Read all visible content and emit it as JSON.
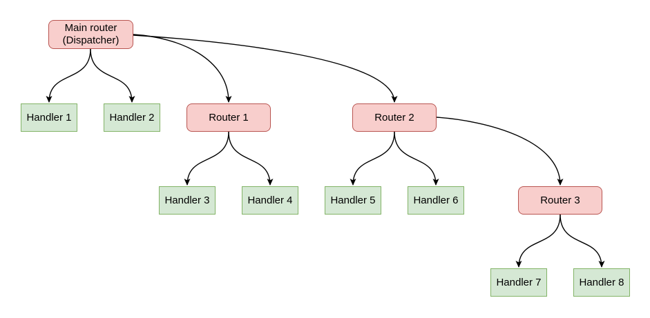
{
  "diagram": {
    "nodes": {
      "main_router": {
        "line1": "Main router",
        "line2": "(Dispatcher)",
        "type": "router"
      },
      "router_1": {
        "label": "Router 1",
        "type": "router"
      },
      "router_2": {
        "label": "Router 2",
        "type": "router"
      },
      "router_3": {
        "label": "Router 3",
        "type": "router"
      },
      "handler_1": {
        "label": "Handler 1",
        "type": "handler"
      },
      "handler_2": {
        "label": "Handler 2",
        "type": "handler"
      },
      "handler_3": {
        "label": "Handler 3",
        "type": "handler"
      },
      "handler_4": {
        "label": "Handler 4",
        "type": "handler"
      },
      "handler_5": {
        "label": "Handler 5",
        "type": "handler"
      },
      "handler_6": {
        "label": "Handler 6",
        "type": "handler"
      },
      "handler_7": {
        "label": "Handler 7",
        "type": "handler"
      },
      "handler_8": {
        "label": "Handler 8",
        "type": "handler"
      }
    },
    "edges": [
      {
        "from": "main_router",
        "to": "handler_1"
      },
      {
        "from": "main_router",
        "to": "handler_2"
      },
      {
        "from": "main_router",
        "to": "router_1"
      },
      {
        "from": "main_router",
        "to": "router_2"
      },
      {
        "from": "router_1",
        "to": "handler_3"
      },
      {
        "from": "router_1",
        "to": "handler_4"
      },
      {
        "from": "router_2",
        "to": "handler_5"
      },
      {
        "from": "router_2",
        "to": "handler_6"
      },
      {
        "from": "router_2",
        "to": "router_3"
      },
      {
        "from": "router_3",
        "to": "handler_7"
      },
      {
        "from": "router_3",
        "to": "handler_8"
      }
    ],
    "colors": {
      "router_fill": "#f8cecc",
      "router_border": "#b85450",
      "handler_fill": "#d5e8d4",
      "handler_border": "#82b366",
      "edge": "#000000",
      "background": "#ffffff"
    }
  }
}
